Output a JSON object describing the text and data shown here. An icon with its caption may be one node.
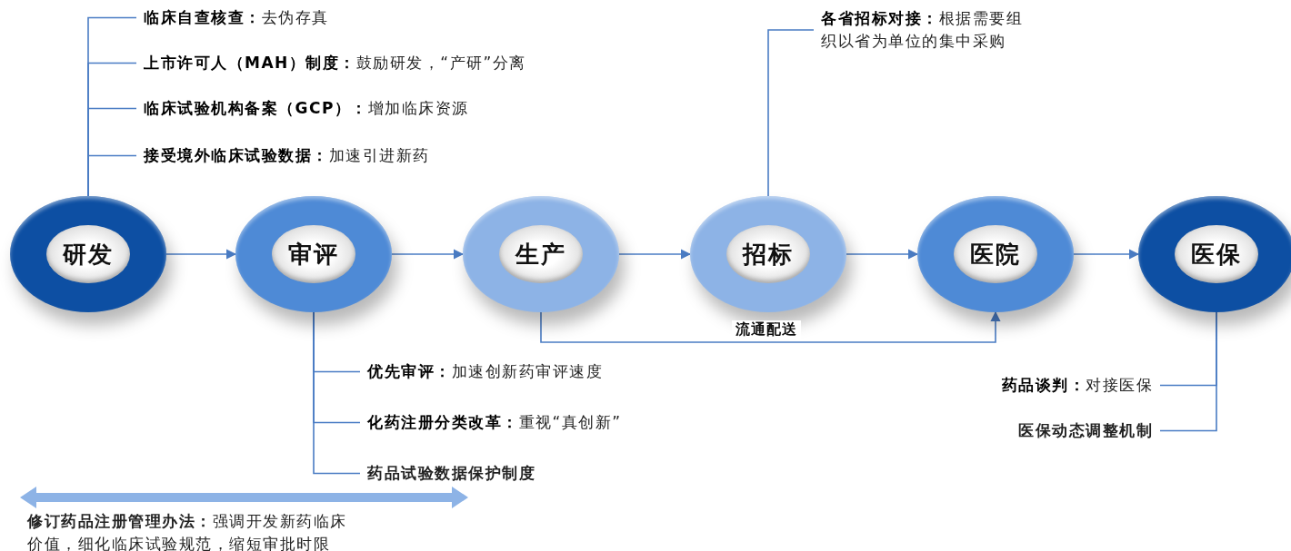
{
  "diagram": {
    "nodes": [
      {
        "text": [
          "研发"
        ]
      },
      {
        "text": [
          "审评"
        ]
      },
      {
        "text": [
          "生产"
        ]
      },
      {
        "text": [
          "招标"
        ]
      },
      {
        "text": [
          "医院"
        ]
      },
      {
        "text": [
          "医保"
        ]
      },
      {
        "text": [
          "**临床自查核查：**去伪存真"
        ]
      },
      {
        "text": [
          "**上市许可人（MAH）制度：**鼓励研发，“产研”分离"
        ]
      },
      {
        "text": [
          "**临床试验机构备案（GCP）：**增加临床资源"
        ]
      },
      {
        "text": [
          "**接受境外临床试验数据：**加速引进新药"
        ]
      },
      {
        "text": [
          "**优先审评：**加速创新药审评速度"
        ]
      },
      {
        "text": [
          "**化药注册分类改革：**重视“真创新”"
        ]
      },
      {
        "text": [
          "药品试验数据保护制度"
        ]
      },
      {
        "text": [
          "**各省招标对接：**根据需要组织以省为单位的集中采购"
        ]
      },
      {
        "text": [
          "**药品谈判：**对接医保"
        ]
      },
      {
        "text": [
          "医保动态调整机制"
        ]
      }
    ],
    "edges": [
      {
        "from": 0,
        "to": 1,
        "arrow": "to"
      },
      {
        "from": 1,
        "to": 2,
        "arrow": "to"
      },
      {
        "from": 2,
        "to": 3,
        "arrow": "to"
      },
      {
        "from": 3,
        "to": 4,
        "arrow": "to"
      },
      {
        "from": 4,
        "to": 5,
        "arrow": "to"
      },
      {
        "from": 2,
        "to": 4,
        "arrow": "to",
        "label": "流通配送"
      },
      {
        "from": 0,
        "to": 6,
        "arrow": "none"
      },
      {
        "from": 0,
        "to": 7,
        "arrow": "none"
      },
      {
        "from": 0,
        "to": 8,
        "arrow": "none"
      },
      {
        "from": 0,
        "to": 9,
        "arrow": "none"
      },
      {
        "from": 1,
        "to": 10,
        "arrow": "none"
      },
      {
        "from": 1,
        "to": 11,
        "arrow": "none"
      },
      {
        "from": 1,
        "to": 12,
        "arrow": "none"
      },
      {
        "from": 3,
        "to": 13,
        "arrow": "none"
      },
      {
        "from": 5,
        "to": 14,
        "arrow": "none"
      },
      {
        "from": 5,
        "to": 15,
        "arrow": "none"
      }
    ],
    "labels": [
      "**修订药品注册管理办法：**强调开发新药临床价值，细化临床试验规范，缩短审批时限"
    ]
  }
}
